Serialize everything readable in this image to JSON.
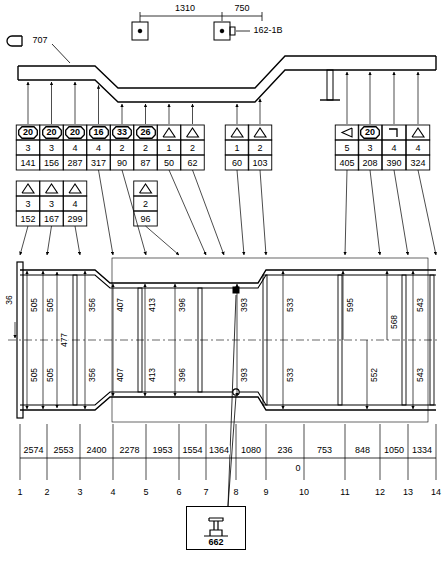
{
  "diagram": {
    "nodes": [
      {
        "text": [
          "20"
        ]
      },
      {
        "text": [
          "20"
        ]
      },
      {
        "text": [
          "20"
        ]
      },
      {
        "text": [
          "16"
        ]
      },
      {
        "text": [
          "33"
        ]
      },
      {
        "text": [
          "26"
        ]
      },
      {
        "text": [
          "20"
        ]
      },
      {
        "text": [
          "662"
        ]
      }
    ],
    "labels": [
      "1310",
      "750",
      "707",
      "162-1B",
      "3",
      "3",
      "4",
      "4",
      "2",
      "2",
      "1",
      "2",
      "1",
      "2",
      "5",
      "3",
      "4",
      "4",
      "141",
      "156",
      "287",
      "317",
      "90",
      "87",
      "50",
      "62",
      "60",
      "103",
      "405",
      "208",
      "390",
      "324",
      "3",
      "3",
      "4",
      "2",
      "152",
      "167",
      "299",
      "96",
      "36",
      "505",
      "505",
      "505",
      "505",
      "477",
      "356",
      "356",
      "407",
      "407",
      "413",
      "413",
      "396",
      "396",
      "393",
      "393",
      "533",
      "533",
      "595",
      "552",
      "568",
      "543",
      "543",
      "2574",
      "2553",
      "2400",
      "2278",
      "1953",
      "1554",
      "1364",
      "1080",
      "236",
      "0",
      "753",
      "848",
      "1050",
      "1334",
      "1",
      "2",
      "3",
      "4",
      "5",
      "6",
      "7",
      "8",
      "9",
      "10",
      "11",
      "12",
      "13",
      "14"
    ]
  }
}
